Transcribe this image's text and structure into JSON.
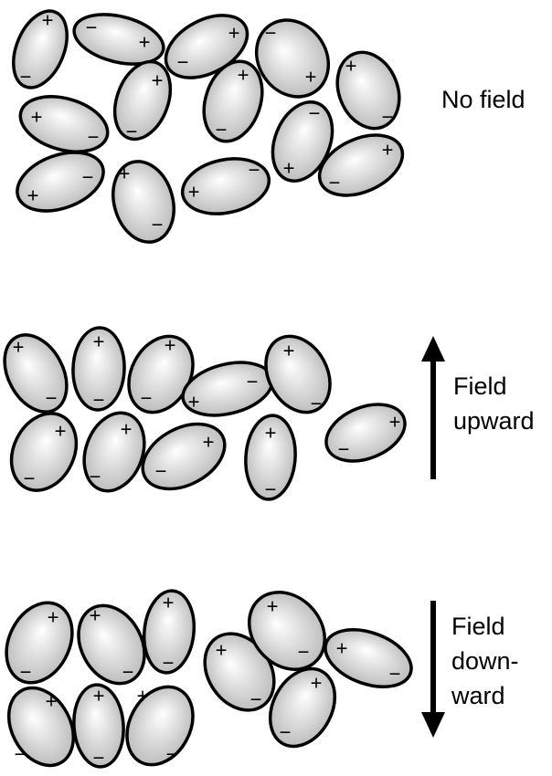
{
  "panels": [
    {
      "id": "no-field",
      "label_lines": [
        "No field"
      ],
      "arrow": "none"
    },
    {
      "id": "field-up",
      "label_lines": [
        "Field",
        "upward"
      ],
      "arrow": "up"
    },
    {
      "id": "field-down",
      "label_lines": [
        "Field",
        "down-",
        "ward"
      ],
      "arrow": "down"
    }
  ],
  "signs": {
    "positive": "+",
    "negative": "−"
  },
  "colors": {
    "molecule_fill": "#b9b9b9",
    "molecule_highlight": "#ffffff",
    "outline": "#000000"
  }
}
